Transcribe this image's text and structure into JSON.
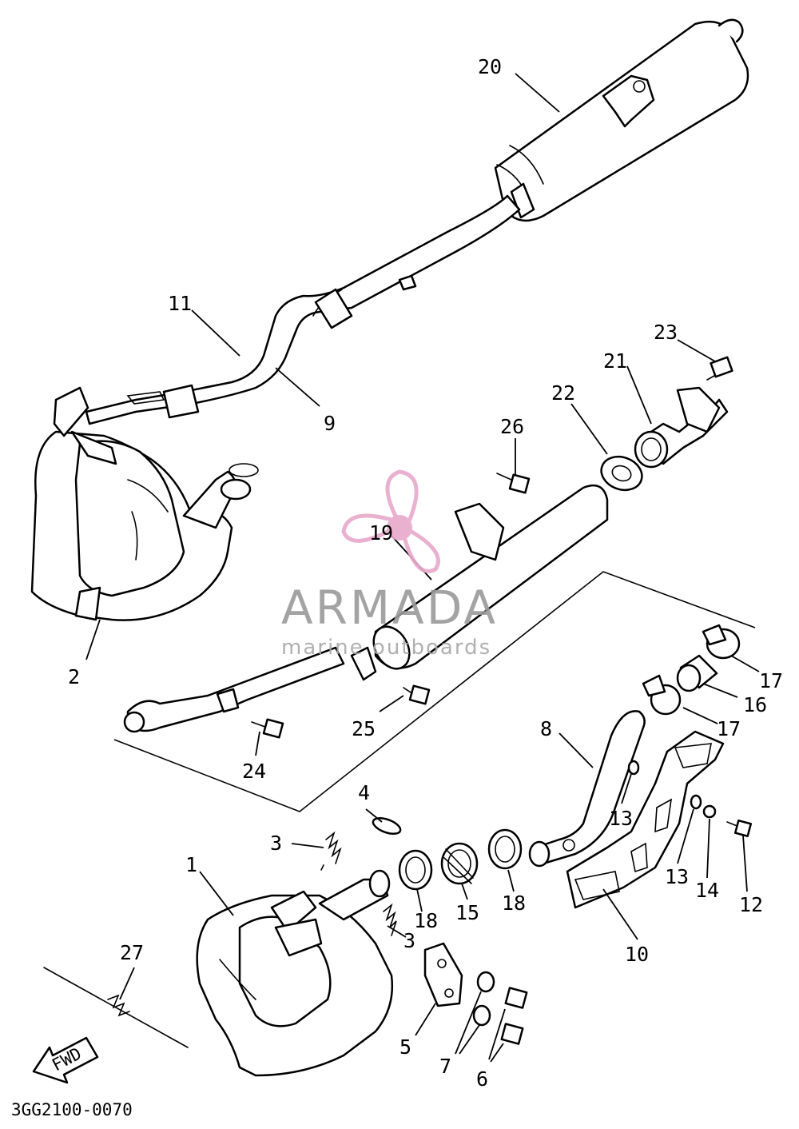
{
  "drawing_code": "3GG2100-0070",
  "direction_marker": "FWD",
  "watermark": {
    "brand": "ARMADA",
    "tagline": "marine outboards",
    "accent_color": "#e8a8cc",
    "icon": "propeller-icon"
  },
  "callouts": [
    {
      "id": "c1",
      "number": "1"
    },
    {
      "id": "c2",
      "number": "2"
    },
    {
      "id": "c3a",
      "number": "3"
    },
    {
      "id": "c3b",
      "number": "3"
    },
    {
      "id": "c4",
      "number": "4"
    },
    {
      "id": "c5",
      "number": "5"
    },
    {
      "id": "c6",
      "number": "6"
    },
    {
      "id": "c7",
      "number": "7"
    },
    {
      "id": "c8",
      "number": "8"
    },
    {
      "id": "c9",
      "number": "9"
    },
    {
      "id": "c10",
      "number": "10"
    },
    {
      "id": "c11",
      "number": "11"
    },
    {
      "id": "c12",
      "number": "12"
    },
    {
      "id": "c13a",
      "number": "13"
    },
    {
      "id": "c13b",
      "number": "13"
    },
    {
      "id": "c14",
      "number": "14"
    },
    {
      "id": "c15",
      "number": "15"
    },
    {
      "id": "c16",
      "number": "16"
    },
    {
      "id": "c17a",
      "number": "17"
    },
    {
      "id": "c17b",
      "number": "17"
    },
    {
      "id": "c18a",
      "number": "18"
    },
    {
      "id": "c18b",
      "number": "18"
    },
    {
      "id": "c19",
      "number": "19"
    },
    {
      "id": "c20",
      "number": "20"
    },
    {
      "id": "c21",
      "number": "21"
    },
    {
      "id": "c22",
      "number": "22"
    },
    {
      "id": "c23",
      "number": "23"
    },
    {
      "id": "c24",
      "number": "24"
    },
    {
      "id": "c25",
      "number": "25"
    },
    {
      "id": "c26",
      "number": "26"
    },
    {
      "id": "c27",
      "number": "27"
    }
  ]
}
